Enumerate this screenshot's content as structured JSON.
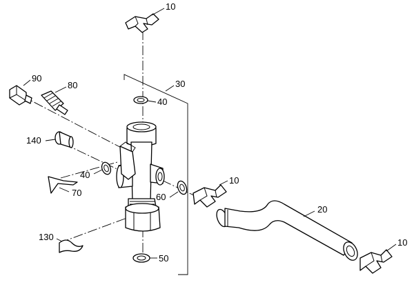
{
  "diagram": {
    "callouts": [
      {
        "id": "c10a",
        "text": "10"
      },
      {
        "id": "c30",
        "text": "30"
      },
      {
        "id": "c40a",
        "text": "40"
      },
      {
        "id": "c90",
        "text": "90"
      },
      {
        "id": "c80",
        "text": "80"
      },
      {
        "id": "c140",
        "text": "140"
      },
      {
        "id": "c40b",
        "text": "40"
      },
      {
        "id": "c70",
        "text": "70"
      },
      {
        "id": "c10b",
        "text": "10"
      },
      {
        "id": "c60",
        "text": "60"
      },
      {
        "id": "c20",
        "text": "20"
      },
      {
        "id": "c130",
        "text": "130"
      },
      {
        "id": "c50",
        "text": "50"
      },
      {
        "id": "c10c",
        "text": "10"
      }
    ]
  }
}
